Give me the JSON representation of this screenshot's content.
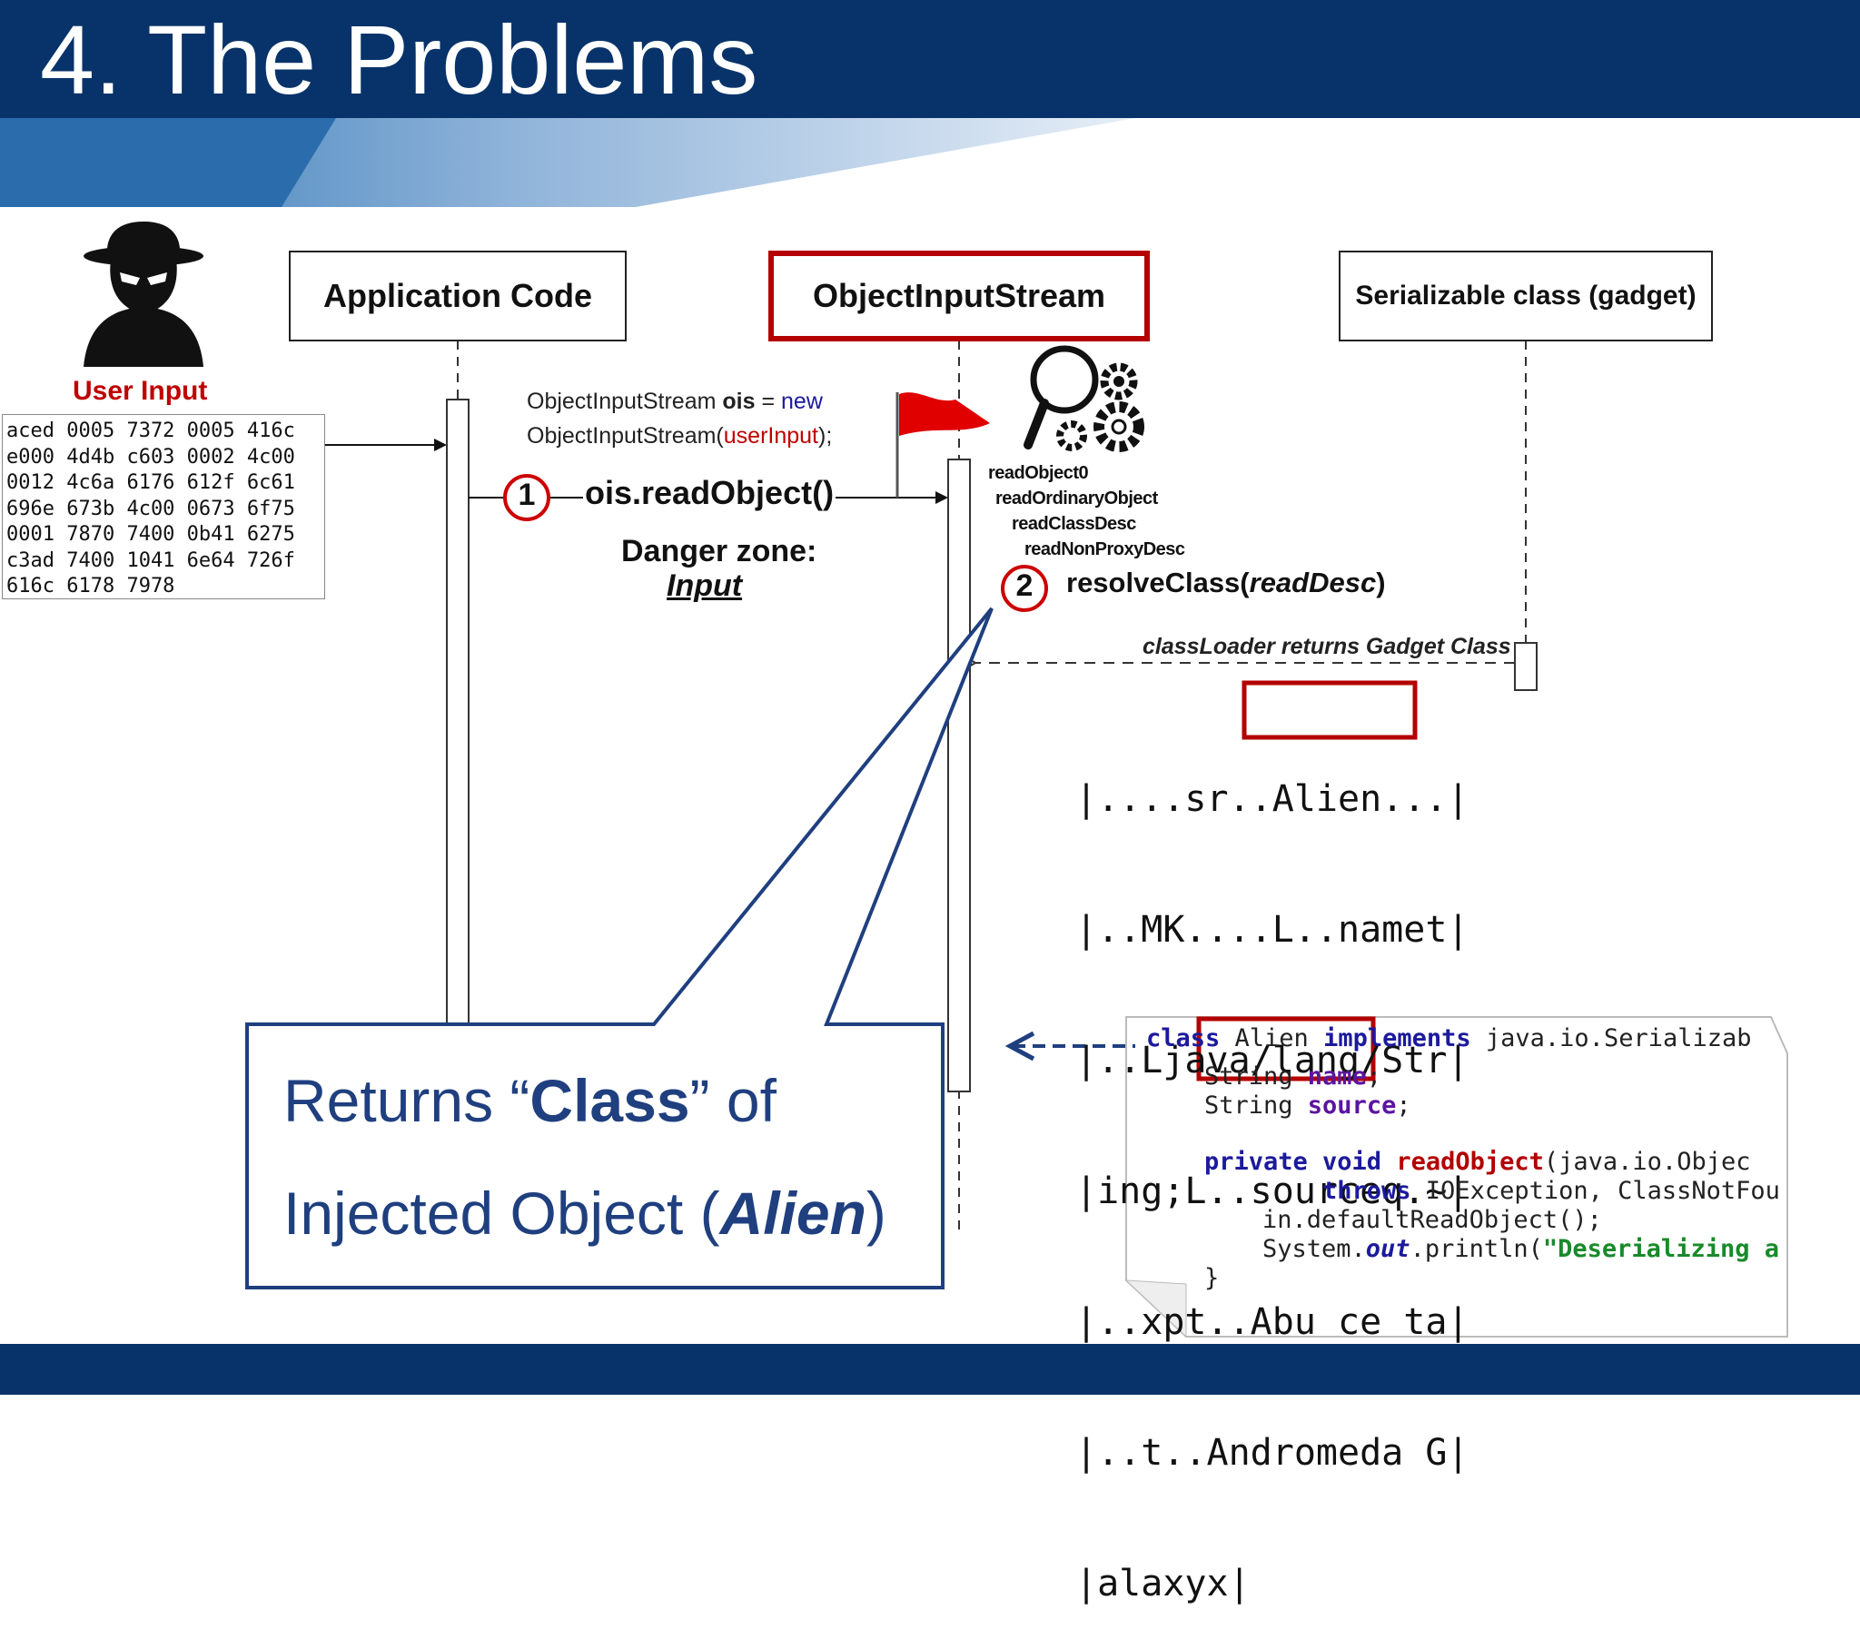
{
  "title": "4. The Problems",
  "actor": {
    "label": "User Input"
  },
  "hex_dump": [
    "aced 0005 7372 0005 416c",
    "e000 4d4b c603 0002 4c00",
    "0012 4c6a 6176 612f 6c61",
    "696e 673b 4c00 0673 6f75",
    "0001 7870 7400 0b41 6275",
    "c3ad 7400 1041 6e64 726f",
    "616c 6178 7978"
  ],
  "lifelines": {
    "app": "Application Code",
    "ois": "ObjectInputStream",
    "gadget": "Serializable class (gadget)"
  },
  "constructor_code": {
    "l1_a": "ObjectInputStream ",
    "l1_b": "ois",
    "l1_c": " = ",
    "l1_d": "new",
    "l2_a": "ObjectInputStream(",
    "l2_b": "userInput",
    "l2_c": ");"
  },
  "step1": {
    "num": "1",
    "label": "ois.readObject()"
  },
  "danger": {
    "line1": "Danger zone:",
    "line2": "Input"
  },
  "call_stack": [
    "readObject0",
    "readOrdinaryObject",
    "readClassDesc",
    "readNonProxyDesc"
  ],
  "step2": {
    "num": "2",
    "label_a": "resolveClass(",
    "label_b": "readDesc",
    "label_c": ")"
  },
  "return_msg": "classLoader returns Gadget Class",
  "stream_dump": [
    "|....sr..Alien...|",
    "|..MK....L..namet|",
    "|..Ljava/lang/Str|",
    "|ing;L..sourceq.~|",
    "|..xpt..Abu ce ta|",
    "|..t..Andromeda G|",
    "|alaxyx|"
  ],
  "class_code": {
    "l1_kw": "class",
    "l1_name": " Alien ",
    "l1_kw2": "implements",
    "l1_rest": " java.io.Serializab",
    "l2_type": "String ",
    "l2_field": "name",
    "l3_type": "String ",
    "l3_field": "source",
    "l4_kw": "private void ",
    "l4_method": "readObject",
    "l4_rest": "(java.io.Objec",
    "l5_kw": "throws",
    "l5_rest": " IOException, ClassNotFou",
    "l6": "in.defaultReadObject();",
    "l7_a": "System.",
    "l7_out": "out",
    "l7_b": ".println(",
    "l7_str": "\"Deserializing a",
    "l8": "}"
  },
  "callout": {
    "l1_a": "Returns “",
    "l1_b": "Class",
    "l1_c": "” of",
    "l2_a": "Injected Object (",
    "l2_b": "Alien",
    "l2_c": ")"
  },
  "colors": {
    "header": "#08336a",
    "highlight": "#b40000",
    "callout": "#1f3f7f",
    "flag": "#e00000"
  }
}
